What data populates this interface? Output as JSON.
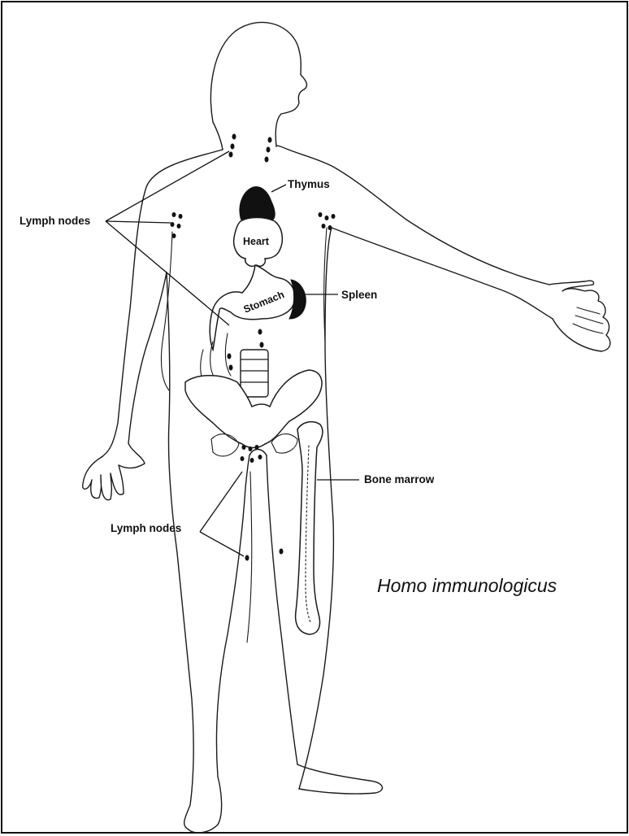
{
  "labels": {
    "thymus": "Thymus",
    "heart": "Heart",
    "stomach": "Stomach",
    "spleen": "Spleen",
    "lymph_nodes_upper": "Lymph nodes",
    "lymph_nodes_lower": "Lymph nodes",
    "bone_marrow": "Bone marrow"
  },
  "caption": "Homo immunologicus",
  "colors": {
    "ink": "#111111",
    "paper": "#ffffff"
  }
}
